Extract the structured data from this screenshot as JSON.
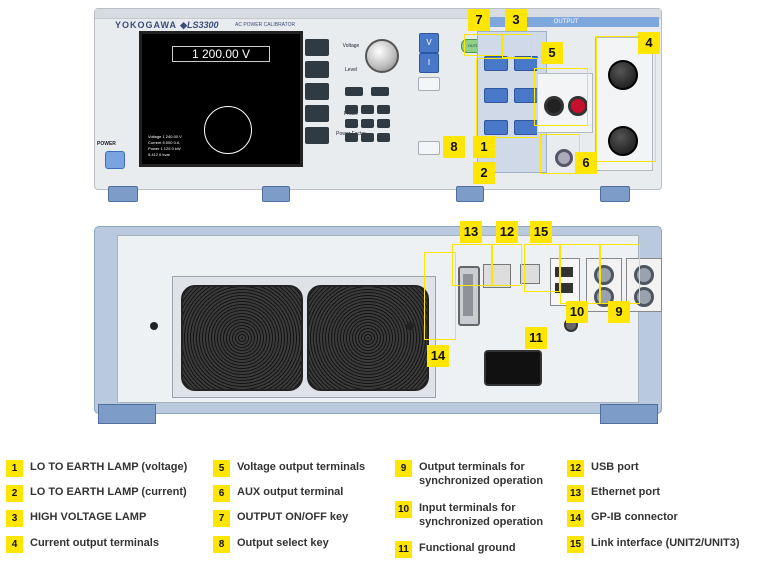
{
  "front_panel": {
    "brand": "YOKOGAWA ◆",
    "model": "LS3300",
    "subtitle": "AC POWER CALIBRATOR",
    "screen_readout": "1 200.00 V",
    "screen_rows": [
      "Voltage   1 240.00  V",
      "Current   5.000 0   A",
      "Power     1 125 0   kW",
      "          5.412 6   kvar"
    ],
    "softkey_labels": [
      "Voltage",
      "Level",
      "Level",
      "Phase",
      "Power Factor"
    ],
    "keys": {
      "v": "V",
      "i": "I"
    },
    "output_header": "OUTPUT",
    "output_button": "OUTPUT",
    "power_label": "POWER"
  },
  "callouts": {
    "front": [
      "7",
      "3",
      "4",
      "5",
      "8",
      "1",
      "2",
      "6"
    ],
    "rear": [
      "13",
      "12",
      "15",
      "10",
      "9",
      "14",
      "11"
    ]
  },
  "legend": [
    {
      "num": "1",
      "label": "LO TO EARTH LAMP (voltage)"
    },
    {
      "num": "2",
      "label": "LO TO EARTH LAMP (current)"
    },
    {
      "num": "3",
      "label": "HIGH VOLTAGE LAMP"
    },
    {
      "num": "4",
      "label": "Current output terminals"
    },
    {
      "num": "5",
      "label": "Voltage output terminals"
    },
    {
      "num": "6",
      "label": "AUX output terminal"
    },
    {
      "num": "7",
      "label": "OUTPUT ON/OFF key"
    },
    {
      "num": "8",
      "label": "Output select key"
    },
    {
      "num": "9",
      "label": "Output terminals for synchronized operation"
    },
    {
      "num": "10",
      "label": "Input terminals for synchronized operation"
    },
    {
      "num": "11",
      "label": "Functional ground"
    },
    {
      "num": "12",
      "label": "USB port"
    },
    {
      "num": "13",
      "label": "Ethernet port"
    },
    {
      "num": "14",
      "label": "GP-IB connector"
    },
    {
      "num": "15",
      "label": "Link interface (UNIT2/UNIT3)"
    }
  ]
}
